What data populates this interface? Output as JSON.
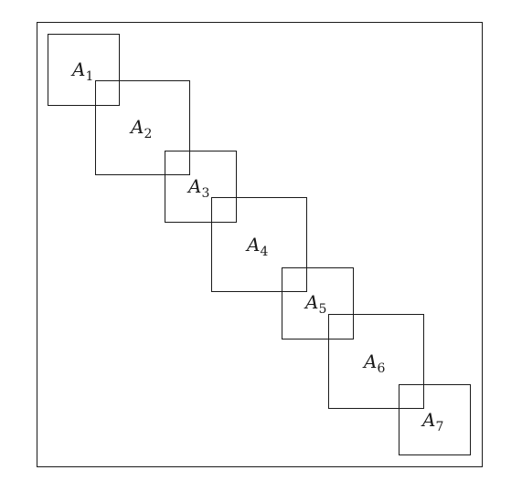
{
  "diagram": {
    "blocks": [
      {
        "letter": "A",
        "index": "1"
      },
      {
        "letter": "A",
        "index": "2"
      },
      {
        "letter": "A",
        "index": "3"
      },
      {
        "letter": "A",
        "index": "4"
      },
      {
        "letter": "A",
        "index": "5"
      },
      {
        "letter": "A",
        "index": "6"
      },
      {
        "letter": "A",
        "index": "7"
      }
    ]
  }
}
